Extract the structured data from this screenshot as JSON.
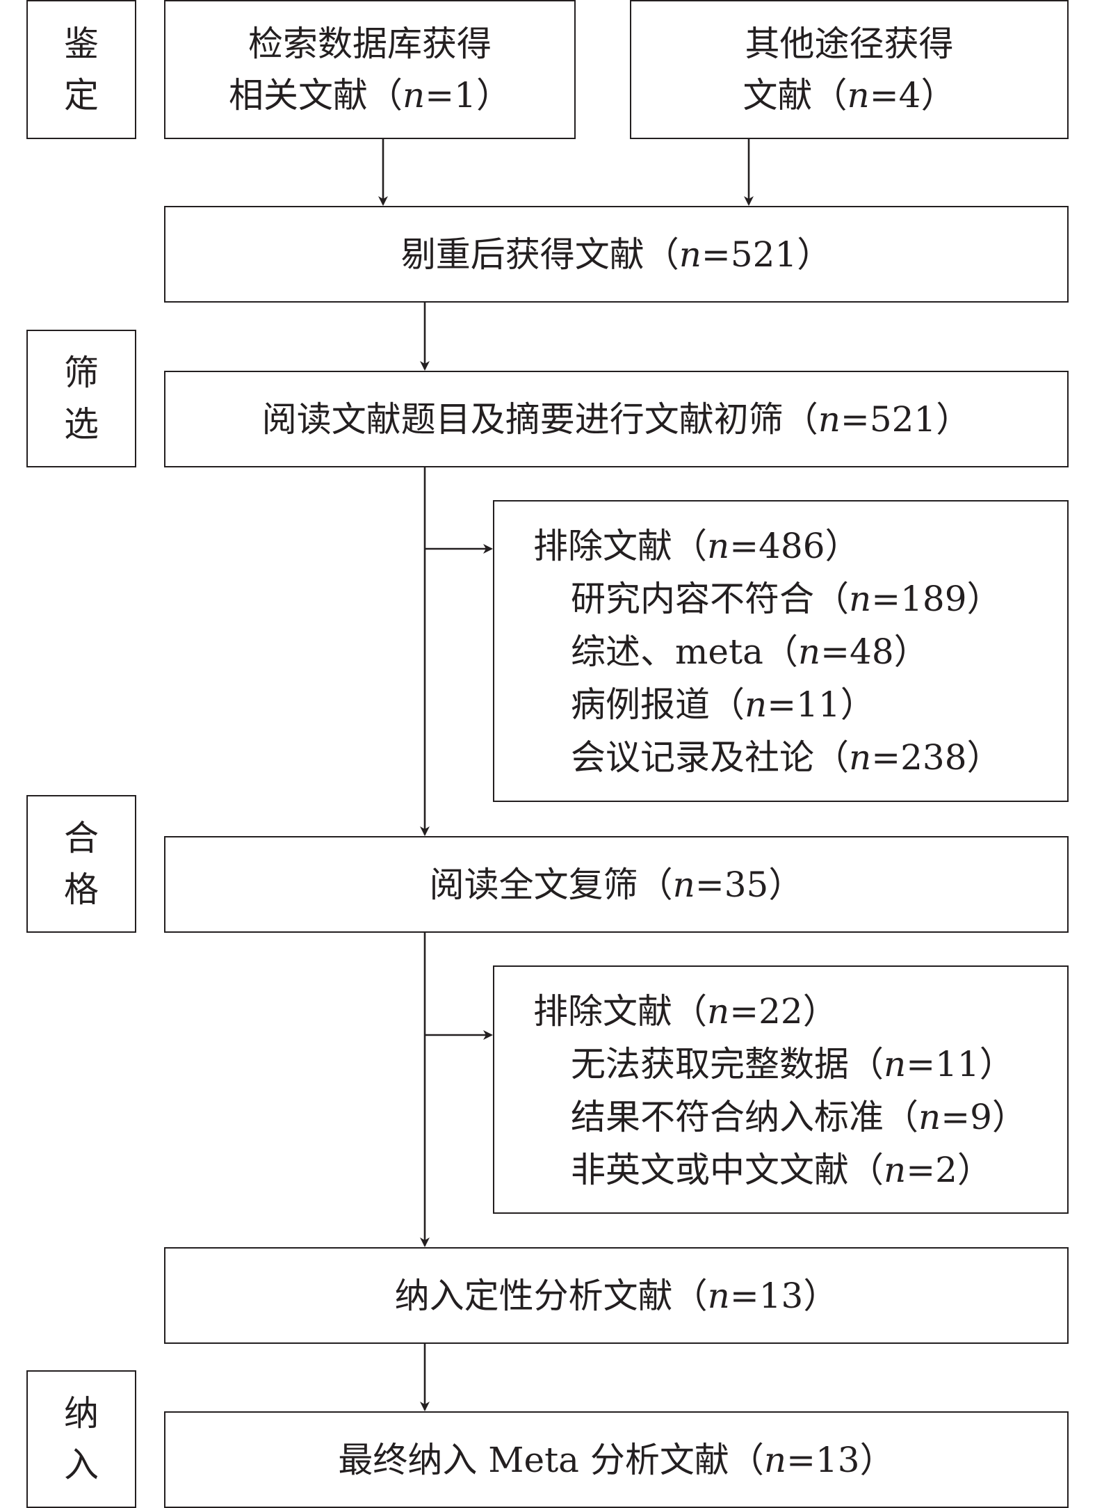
{
  "stages": {
    "identification": [
      "鉴",
      "定"
    ],
    "screening": [
      "筛",
      "选"
    ],
    "eligibility": [
      "合",
      "格"
    ],
    "included": [
      "纳",
      "入"
    ]
  },
  "boxes": {
    "database": {
      "line1": "检索数据库获得",
      "line2_pre": "相关文献（",
      "n": "n",
      "line2_post": "=1）"
    },
    "other": {
      "line1": "其他途径获得",
      "line2_pre": "文献（",
      "n": "n",
      "line2_post": "=4）"
    },
    "dedup": {
      "pre": "剔重后获得文献（",
      "n": "n",
      "post": "=521）"
    },
    "screen": {
      "pre": "阅读文献题目及摘要进行文献初筛（",
      "n": "n",
      "post": "=521）"
    },
    "excluded1": {
      "header": {
        "pre": "排除文献（",
        "n": "n",
        "post": "=486）"
      },
      "items": [
        {
          "pre": "研究内容不符合（",
          "n": "n",
          "post": "=189）"
        },
        {
          "pre": "综述、meta（",
          "n": "n",
          "post": "=48）"
        },
        {
          "pre": "病例报道（",
          "n": "n",
          "post": "=11）"
        },
        {
          "pre": "会议记录及社论（",
          "n": "n",
          "post": "=238）"
        }
      ]
    },
    "fulltext": {
      "pre": "阅读全文复筛（",
      "n": "n",
      "post": "=35）"
    },
    "excluded2": {
      "header": {
        "pre": "排除文献（",
        "n": "n",
        "post": "=22）"
      },
      "items": [
        {
          "pre": "无法获取完整数据（",
          "n": "n",
          "post": "=11）"
        },
        {
          "pre": "结果不符合纳入标准（",
          "n": "n",
          "post": "=9）"
        },
        {
          "pre": "非英文或中文文献（",
          "n": "n",
          "post": "=2）"
        }
      ]
    },
    "qualitative": {
      "pre": "纳入定性分析文献（",
      "n": "n",
      "post": "=13）"
    },
    "meta": {
      "pre": "最终纳入 Meta 分析文献（",
      "n": "n",
      "post": "=13）"
    }
  }
}
